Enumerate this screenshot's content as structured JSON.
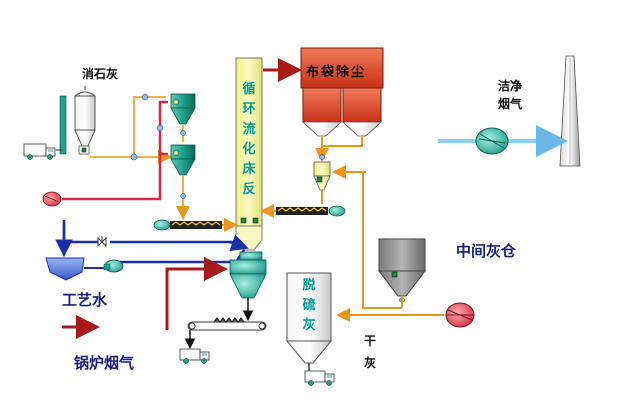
{
  "labels": {
    "slaked_lime": "消石灰",
    "clean_flue_gas_line1": "洁净",
    "clean_flue_gas_line2": "烟气",
    "bag_filter": "布袋除尘",
    "cfb_reactor": "循环流化床反",
    "desulfurization_ash": "脱硫灰",
    "process_water": "工艺水",
    "boiler_flue_gas": "锅炉烟气",
    "intermediate_ash_silo": "中间灰仓",
    "dry_ash": "干灰"
  },
  "colors": {
    "flue_gas_red": "#a81a1a",
    "water_blue": "#1b2fa8",
    "ash_orange": "#e8961e",
    "lime_orange": "#f2b04a",
    "clean_gas_light_blue": "#8fd0f0",
    "reactor_yellow": "#f8f8a0",
    "bag_house_red": "#e04a2a",
    "hopper_green": "#1fa08c",
    "silo_gray": "#9a9a9a"
  }
}
